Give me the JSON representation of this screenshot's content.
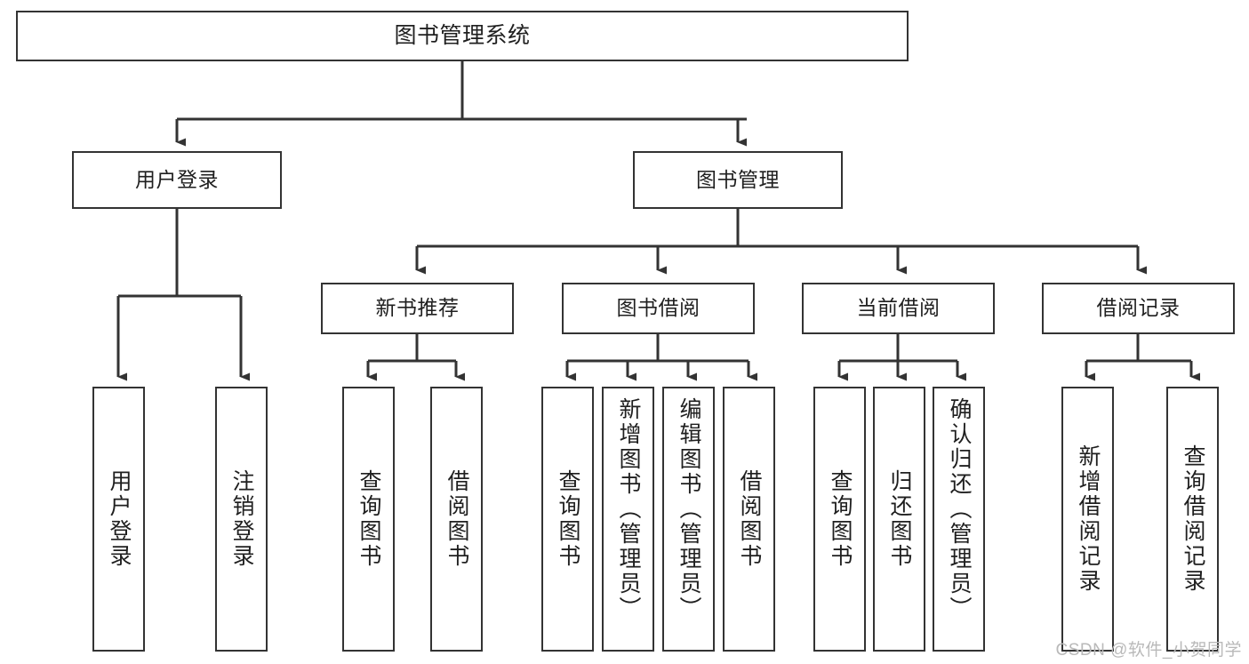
{
  "diagram": {
    "title": "图书管理系统",
    "type": "tree",
    "style": {
      "background": "#ffffff",
      "box_border": "#333333",
      "box_fill": "#ffffff",
      "edge_color": "#333333",
      "text_color": "#1f1f1f",
      "watermark_color": "#b9b9b9"
    },
    "root": {
      "label": "图书管理系统"
    },
    "level2": [
      {
        "label": "用户登录"
      },
      {
        "label": "图书管理"
      }
    ],
    "level3": [
      {
        "label": "新书推荐"
      },
      {
        "label": "图书借阅"
      },
      {
        "label": "当前借阅"
      },
      {
        "label": "借阅记录"
      }
    ],
    "leaves": {
      "user_login": [
        {
          "label": "用户登录"
        },
        {
          "label": "注销登录"
        }
      ],
      "new_book_recommend": [
        {
          "label": "查询图书"
        },
        {
          "label": "借阅图书"
        }
      ],
      "book_borrow": [
        {
          "label": "查询图书"
        },
        {
          "label": "新增图书（管理员）"
        },
        {
          "label": "编辑图书（管理员）"
        },
        {
          "label": "借阅图书"
        }
      ],
      "current_borrow": [
        {
          "label": "查询图书"
        },
        {
          "label": "归还图书"
        },
        {
          "label": "确认归还（管理员）"
        }
      ],
      "borrow_record": [
        {
          "label": "新增借阅记录"
        },
        {
          "label": "查询借阅记录"
        }
      ]
    }
  },
  "watermark": {
    "text": "CSDN @软件_小贺同学"
  }
}
